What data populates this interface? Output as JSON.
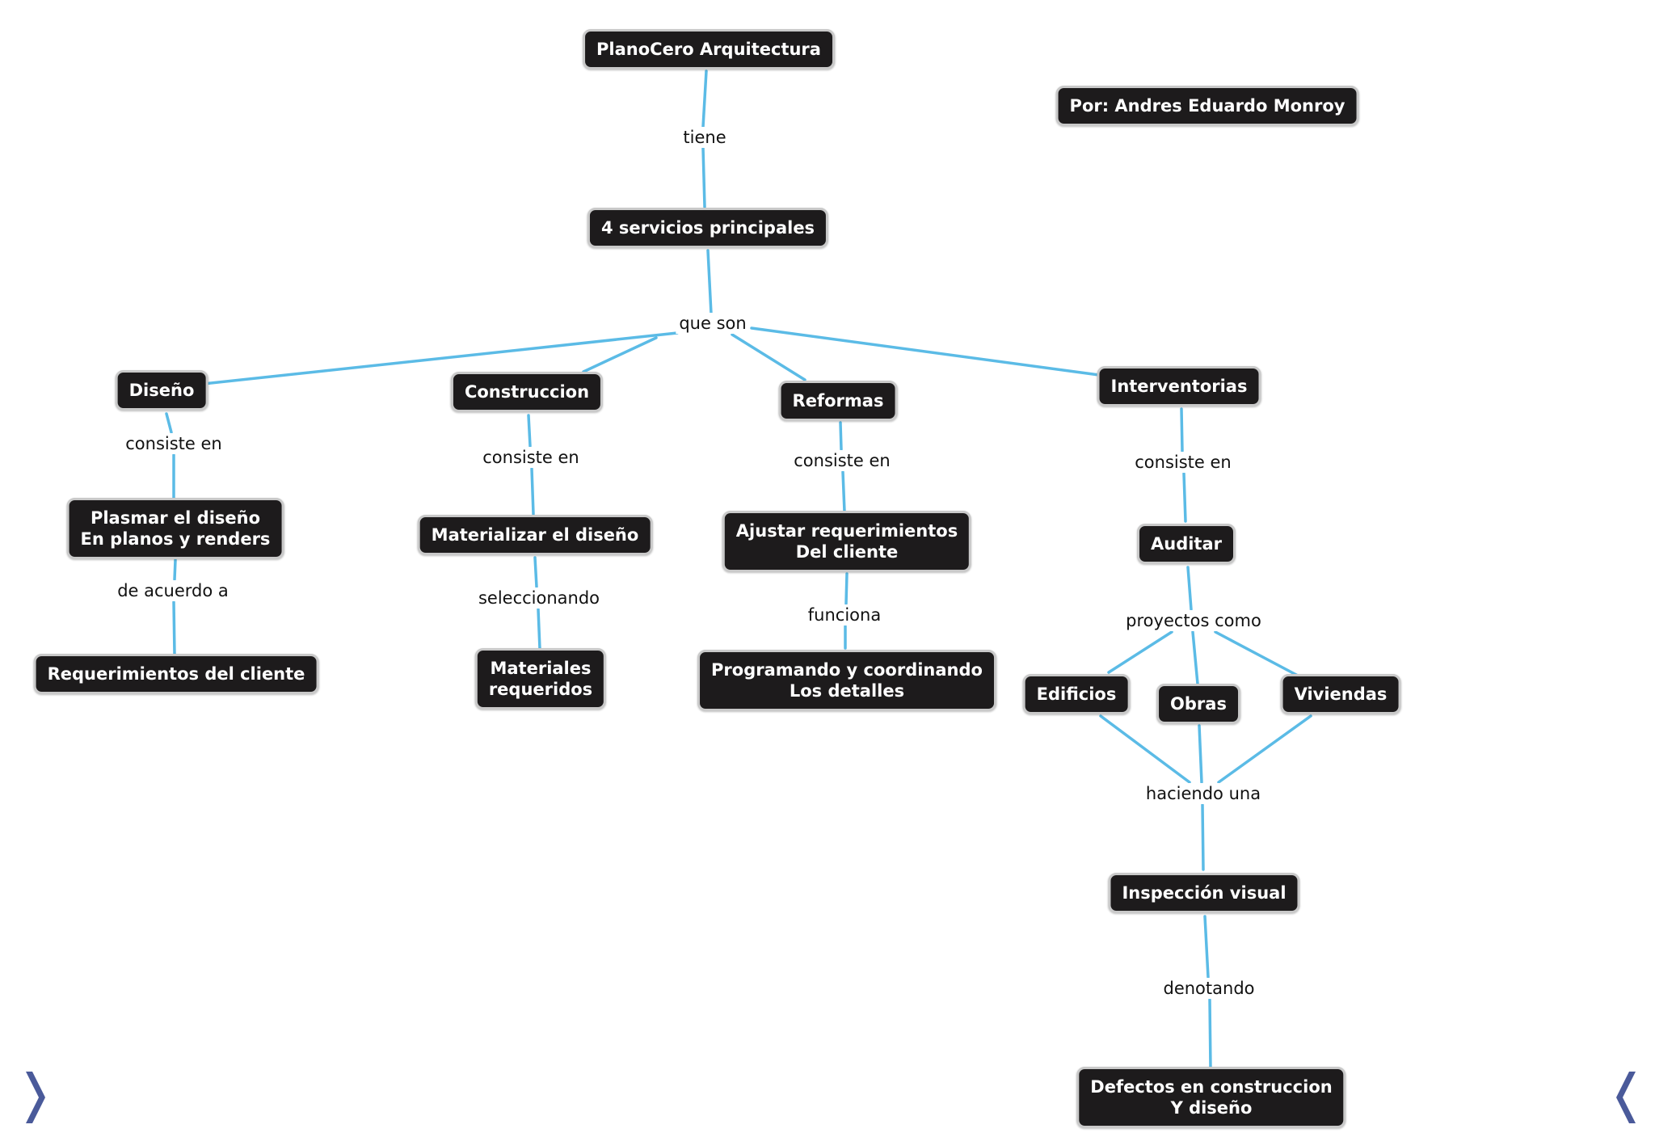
{
  "colors": {
    "connector": "#5bbbe6",
    "node_fill": "#1d1b1c",
    "node_border": "#c9c9c9",
    "node_text": "#ffffff",
    "link_text": "#111111",
    "nav_arrow": "#4a5a9a"
  },
  "nodes": {
    "planocero": "PlanoCero Arquitectura",
    "author": "Por: Andres Eduardo Monroy",
    "servicios": "4 servicios principales",
    "diseno": "Diseño",
    "construccion": "Construccion",
    "reformas": "Reformas",
    "interventorias": "Interventorias",
    "plasmar": "Plasmar el diseño\nEn planos y renders",
    "requerimientos_cliente": "Requerimientos del cliente",
    "materializar": "Materializar el diseño",
    "materiales": "Materiales\nrequeridos",
    "ajustar": "Ajustar requerimientos\nDel cliente",
    "programando": "Programando y coordinando\nLos detalles",
    "auditar": "Auditar",
    "edificios": "Edificios",
    "obras": "Obras",
    "viviendas": "Viviendas",
    "inspeccion": "Inspección visual",
    "defectos": "Defectos en construccion\nY diseño"
  },
  "links": {
    "tiene": "tiene",
    "que_son": "que son",
    "consiste_diseno": "consiste en",
    "de_acuerdo": "de acuerdo a",
    "consiste_construccion": "consiste en",
    "seleccionando": "seleccionando",
    "consiste_reformas": "consiste en",
    "funciona": "funciona",
    "consiste_interventorias": "consiste en",
    "proyectos_como": "proyectos como",
    "haciendo_una": "haciendo una",
    "denotando": "denotando"
  },
  "navigation": {
    "next_icon": "chevron-right-icon",
    "prev_icon": "chevron-left-icon"
  }
}
